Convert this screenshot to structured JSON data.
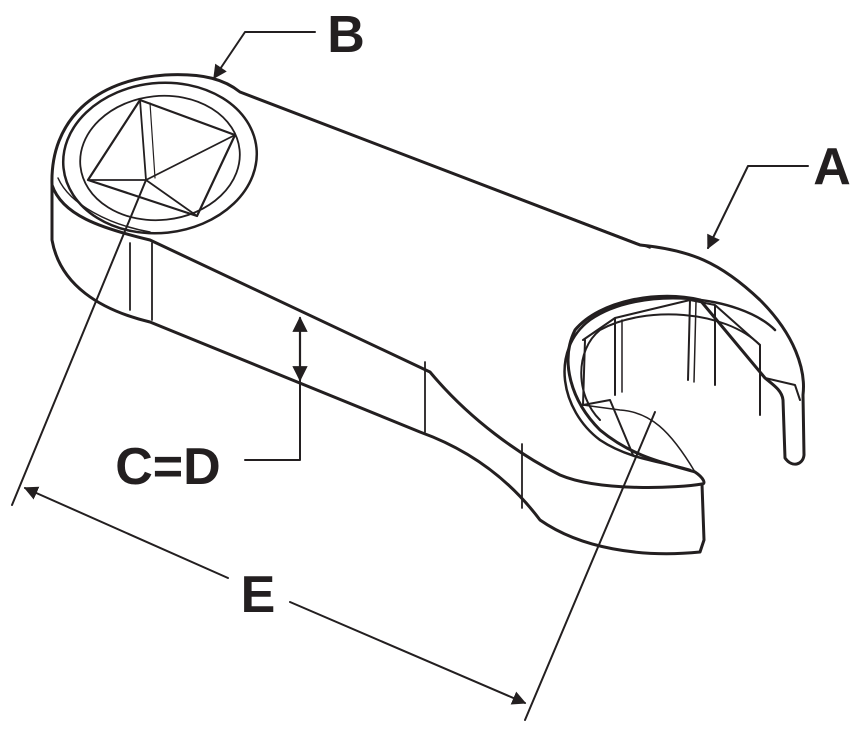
{
  "labels": {
    "a": "A",
    "b": "B",
    "cd": "C=D",
    "e": "E"
  },
  "colors": {
    "ink": "#231f20",
    "paper": "#ffffff"
  }
}
